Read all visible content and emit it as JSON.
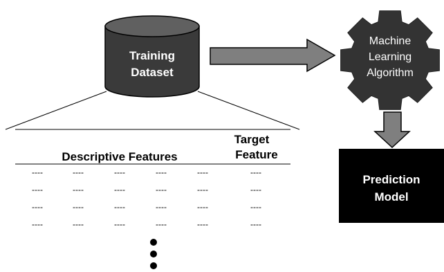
{
  "training_dataset": {
    "line1": "Training",
    "line2": "Dataset"
  },
  "ml_algorithm": {
    "line1": "Machine",
    "line2": "Learning",
    "line3": "Algorithm"
  },
  "prediction_model": {
    "line1": "Prediction",
    "line2": "Model"
  },
  "table": {
    "descriptive_header": "Descriptive Features",
    "target_header_line1": "Target",
    "target_header_line2": "Feature",
    "placeholder": "----",
    "rows": 4,
    "descriptive_columns": 5
  },
  "colors": {
    "cylinder_body": "#3a3a3a",
    "cylinder_top": "#606060",
    "gear": "#333333",
    "arrow_fill": "#7f7f7f",
    "prediction_box": "#000000",
    "text_light": "#ffffff",
    "line": "#000000"
  },
  "icons": {
    "dataset": "database-cylinder-icon",
    "algorithm": "gear-icon",
    "arrow": "block-arrow-icon",
    "continuation": "vertical-ellipsis-icon"
  }
}
